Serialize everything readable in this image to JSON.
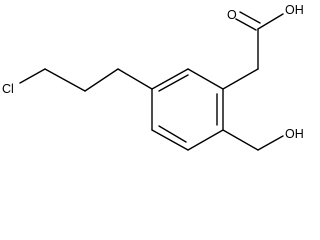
{
  "colors": {
    "bond": "#000000",
    "label": "#000000",
    "background": "#ffffff"
  },
  "labels": {
    "chlorine": "Cl",
    "carboxyl_oh": "OH",
    "carbonyl_o": "O",
    "hydroxymethyl_oh": "OH"
  }
}
